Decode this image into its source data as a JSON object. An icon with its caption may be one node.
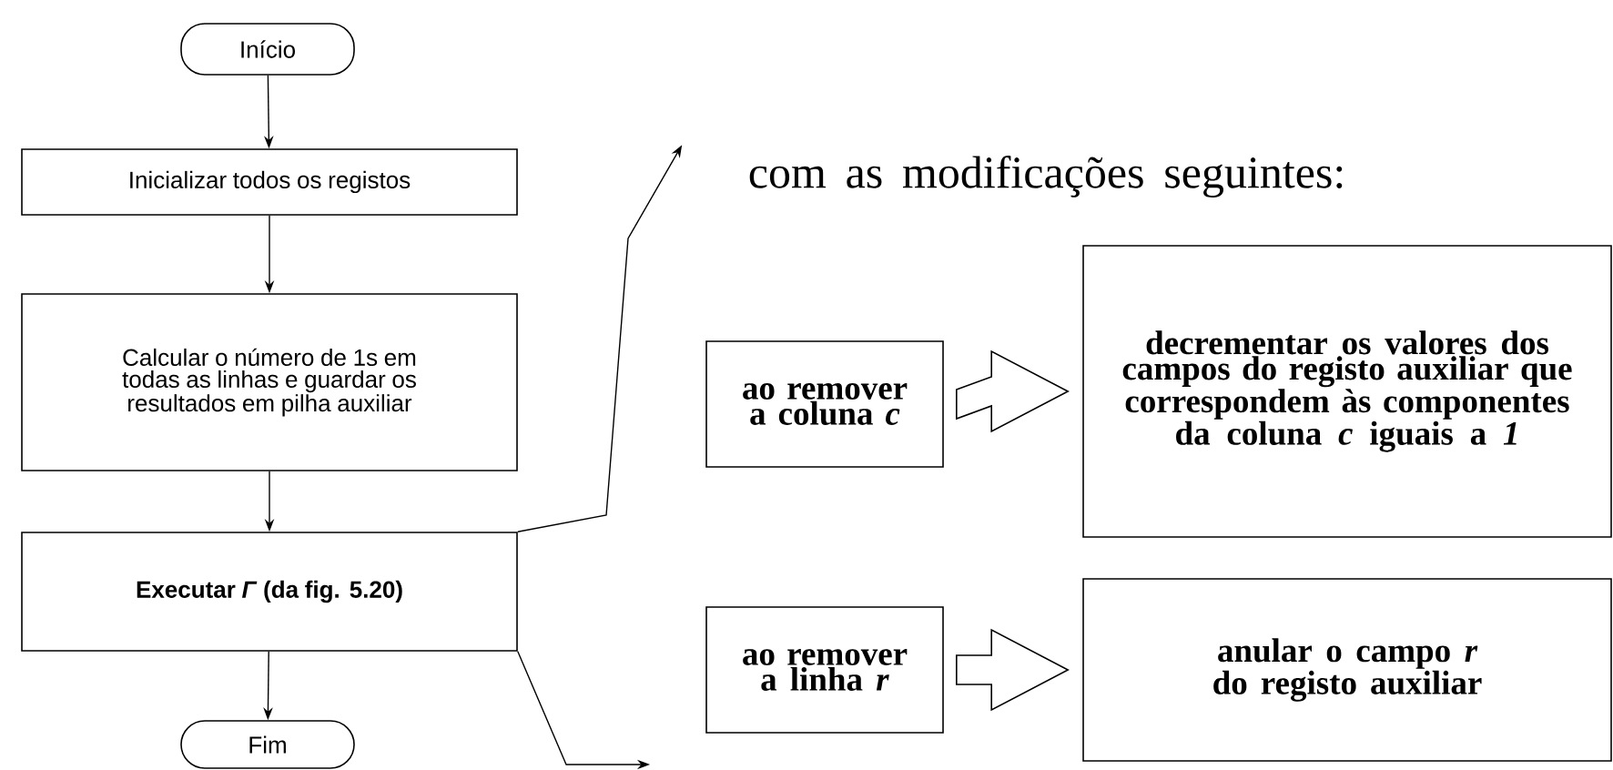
{
  "diagram": {
    "nodes": [
      {
        "text": [
          "Início"
        ]
      },
      {
        "text": [
          "Inicializar todos os registos"
        ]
      },
      {
        "text": [
          "Calcular o número de 1s em todas as linhas e guardar os resultados em pilha auxiliar"
        ]
      },
      {
        "text": [
          "Executar *Γ* (da fig. 5.20)"
        ]
      },
      {
        "text": [
          "Fim"
        ]
      },
      {
        "text": [
          "com as modificações seguintes:"
        ]
      },
      {
        "text": [
          "ao remover a coluna *c*"
        ]
      },
      {
        "text": [
          "decrementar os valores dos campos do registo auxiliar que correspondem às componentes da coluna *c* iguais a *1*"
        ]
      },
      {
        "text": [
          "ao remover a linha *r*"
        ]
      },
      {
        "text": [
          "anular o campo *r* do registo auxiliar"
        ]
      }
    ],
    "edges": [
      {
        "from": 0,
        "to": 1,
        "arrow": "to"
      },
      {
        "from": 1,
        "to": 2,
        "arrow": "to"
      },
      {
        "from": 2,
        "to": 3,
        "arrow": "to"
      },
      {
        "from": 3,
        "to": 4,
        "arrow": "to"
      },
      {
        "from": 3,
        "to": 5,
        "arrow": "to"
      },
      {
        "from": 3,
        "to": null,
        "arrow": "to"
      },
      {
        "from": 6,
        "to": 7,
        "arrow": "to",
        "style": "thick"
      },
      {
        "from": 8,
        "to": 9,
        "arrow": "to",
        "style": "thick"
      }
    ]
  }
}
